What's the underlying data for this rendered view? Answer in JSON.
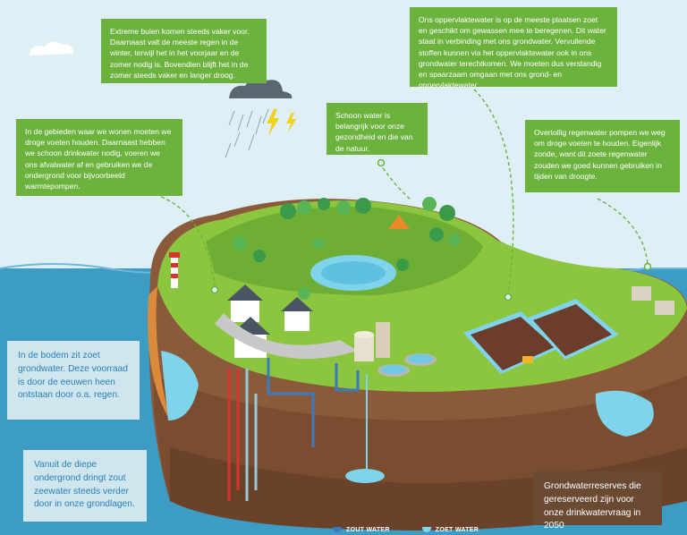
{
  "callouts": {
    "weather": "Extreme buien komen steeds vaker voor. Daarnaast valt de meeste regen in de winter, terwijl het in het voorjaar en de zomer nodig is. Bovendien blijft het in de zomer steeds vaker en langer droog.",
    "surface_water": "Ons oppervlaktewater is op de meeste plaatsen zoet en geschikt om gewassen mee te beregenen. Dit water staat in verbinding met ons grondwater. Vervuilende stoffen kunnen via het oppervlaktewater ook in ons grondwater terechtkomen. We moeten dus verstandig en spaarzaam omgaan met ons grond- en oppervlaktewater.",
    "living_areas": "In de gebieden waar we wonen moeten we droge voeten houden. Daarnaast hebben we schoon drinkwater nodig, voeren we ons afvalwater af en gebruiken we de ondergrond voor bijvoorbeeld warmtepompen.",
    "clean_water": "Schoon water is belangrijk voor onze gezondheid en die van de natuur.",
    "rainwater": "Overtollig regenwater pompen we weg om droge voeten te houden. Eigenlijk zonde, want dit zoete regenwater zouden we goed kunnen gebruiken in tijden van droogte.",
    "groundwater": "In de bodem zit zoet grondwater. Deze voorraad is door de eeuwen heen ontstaan door o.a. regen.",
    "saltwater": "Vanuit de diepe ondergrond dringt zout zeewater steeds verder door in onze grondlagen.",
    "reserves": "Grondwaterreserves die gereserveerd zijn voor onze drinkwatervraag in 2050"
  },
  "legend": {
    "salt": "ZOUT WATER",
    "fresh": "ZOET WATER"
  },
  "colors": {
    "callout_green": "#6cb33e",
    "callout_lightblue": "#cfe6ef",
    "callout_brown": "#6b4a33",
    "sea": "#3d9cc4",
    "grass": "#8cc63f",
    "soil": "#8a5a3a",
    "salt_water": "#3a7bbf",
    "fresh_water": "#7fd3ea"
  }
}
